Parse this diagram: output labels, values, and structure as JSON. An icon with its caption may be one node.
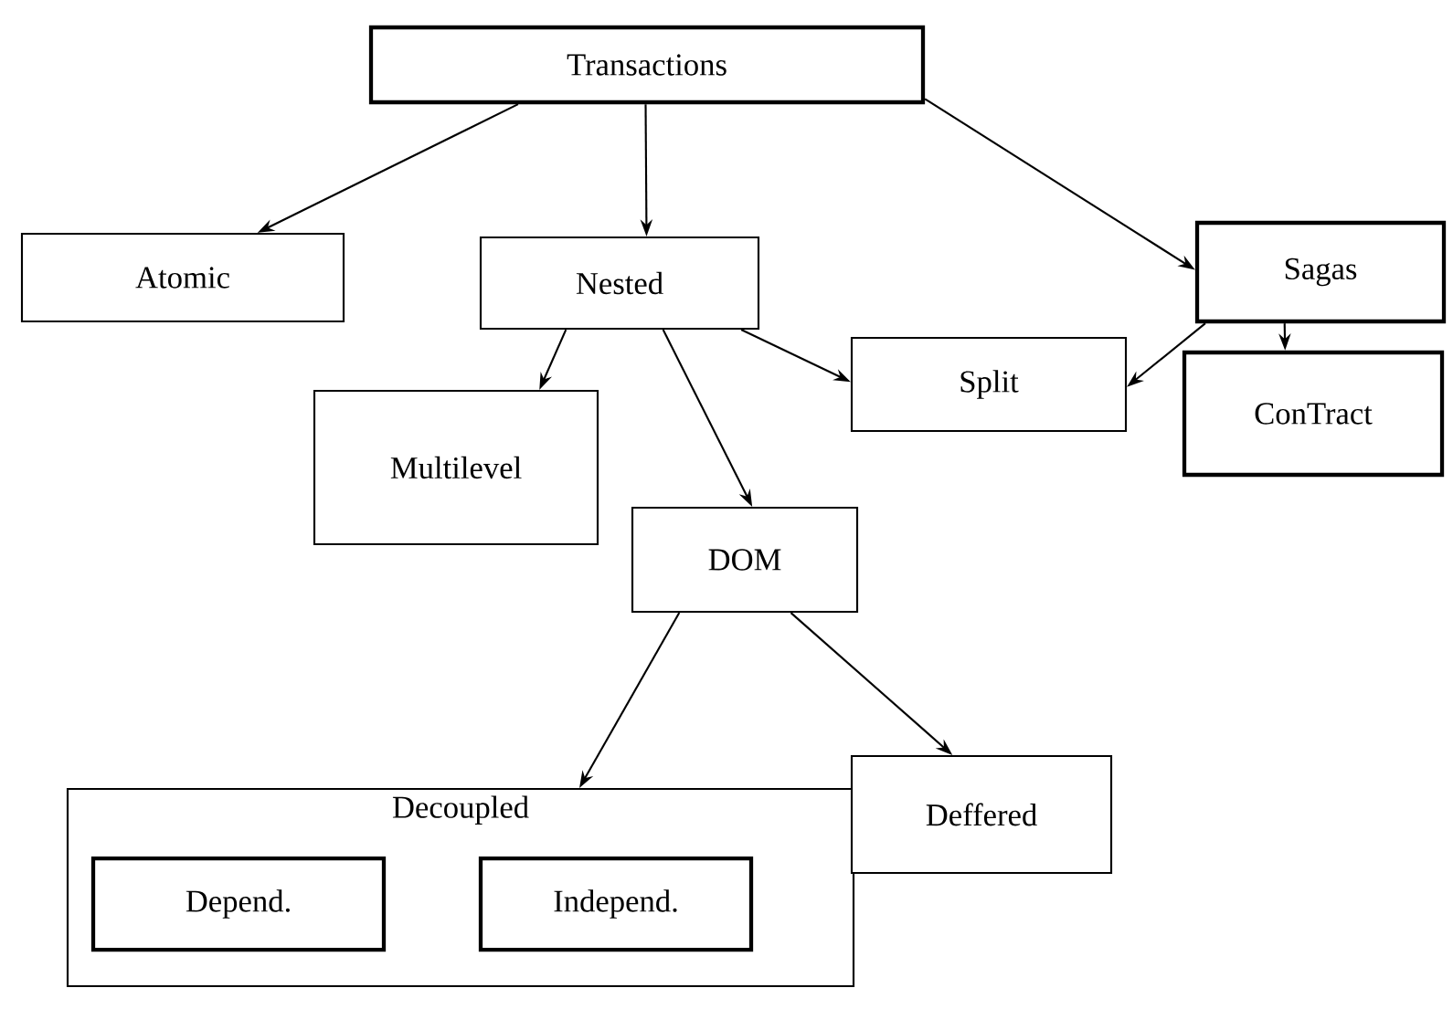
{
  "diagram": {
    "nodes": [
      {
        "text": [
          "Transactions"
        ]
      },
      {
        "text": [
          "Atomic"
        ]
      },
      {
        "text": [
          "Nested"
        ]
      },
      {
        "text": [
          "Sagas"
        ]
      },
      {
        "text": [
          "Multilevel"
        ]
      },
      {
        "text": [
          "Split"
        ]
      },
      {
        "text": [
          "ConTract"
        ]
      },
      {
        "text": [
          "DOM"
        ]
      },
      {
        "text": [
          "Decoupled"
        ]
      },
      {
        "text": [
          "Depend."
        ],
        "in": 8
      },
      {
        "text": [
          "Independ."
        ],
        "in": 8
      },
      {
        "text": [
          "Deffered"
        ]
      }
    ],
    "edges": [
      {
        "from": 0,
        "to": 1,
        "arrow": "to"
      },
      {
        "from": 0,
        "to": 2,
        "arrow": "to"
      },
      {
        "from": 0,
        "to": 3,
        "arrow": "to"
      },
      {
        "from": 2,
        "to": 4,
        "arrow": "to"
      },
      {
        "from": 2,
        "to": 7,
        "arrow": "to"
      },
      {
        "from": 2,
        "to": 5,
        "arrow": "to"
      },
      {
        "from": 3,
        "to": 5,
        "arrow": "to"
      },
      {
        "from": 3,
        "to": 6,
        "arrow": "to"
      },
      {
        "from": 7,
        "to": 8,
        "arrow": "to"
      },
      {
        "from": 7,
        "to": 11,
        "arrow": "to"
      }
    ]
  }
}
